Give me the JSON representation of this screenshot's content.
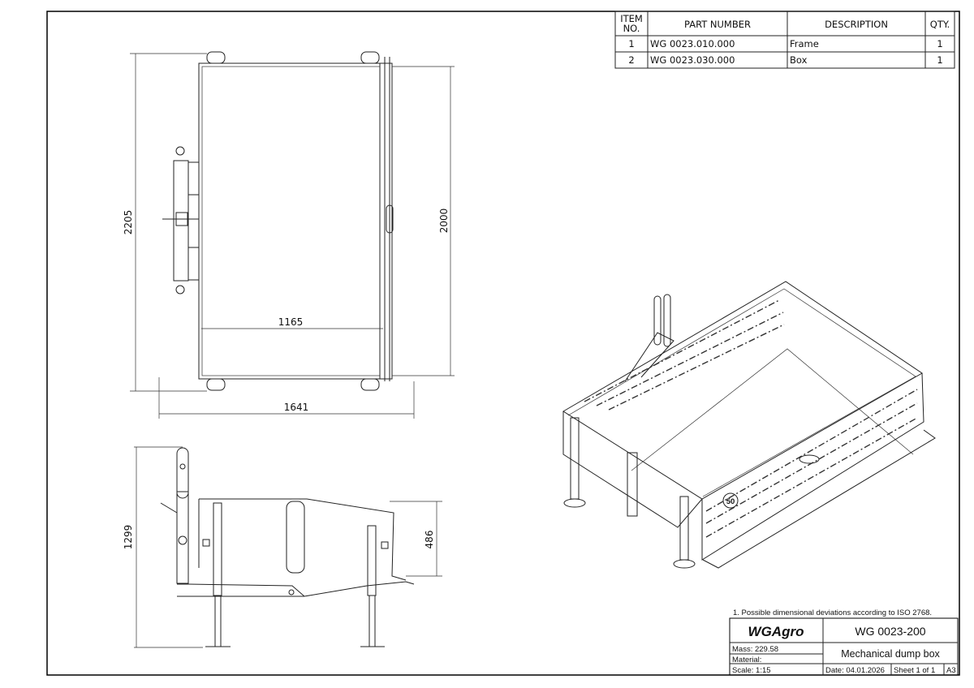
{
  "bom": {
    "headers": {
      "item_line1": "ITEM",
      "item_line2": "NO.",
      "part_number": "PART NUMBER",
      "description": "DESCRIPTION",
      "qty": "QTY."
    },
    "rows": [
      {
        "item": "1",
        "part_number": "WG 0023.010.000",
        "description": "Frame",
        "qty": "1"
      },
      {
        "item": "2",
        "part_number": "WG 0023.030.000",
        "description": "Box",
        "qty": "1"
      }
    ]
  },
  "dimensions": {
    "top_overall_length": "2205",
    "top_box_length": "2000",
    "top_inner_width": "1165",
    "top_overall_width": "1641",
    "side_overall_height": "1299",
    "side_box_height": "486"
  },
  "iso_badge": "50",
  "title_block": {
    "note": "1. Possible dimensional deviations according to ISO 2768.",
    "company": "WGAgro",
    "drawing_number": "WG 0023-200",
    "mass": "Mass: 229.58",
    "material": "Material:",
    "scale": "Scale: 1:15",
    "title": "Mechanical dump box",
    "date": "Date: 04.01.2026",
    "sheet": "Sheet 1 of 1",
    "size": "A3"
  }
}
